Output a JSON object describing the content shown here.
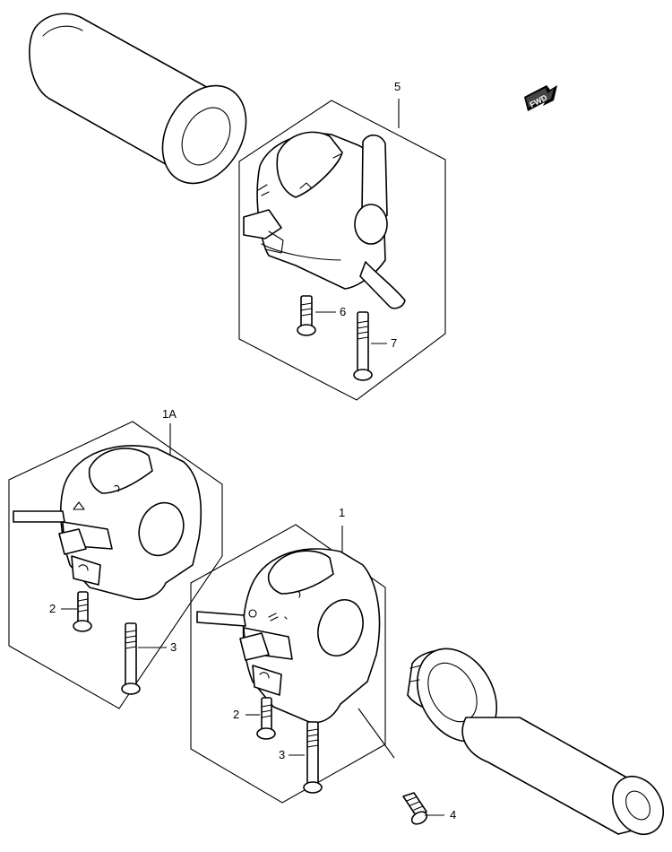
{
  "diagram": {
    "direction_badge": "FWD",
    "callouts": {
      "switch_box_left": "5",
      "bolt_6": "6",
      "bolt_7": "7",
      "switch_box_right_a": "1A",
      "switch_box_right": "1",
      "screw_2a": "2",
      "screw_3a": "3",
      "screw_2b": "2",
      "screw_3b": "3",
      "screw_4": "4"
    }
  }
}
